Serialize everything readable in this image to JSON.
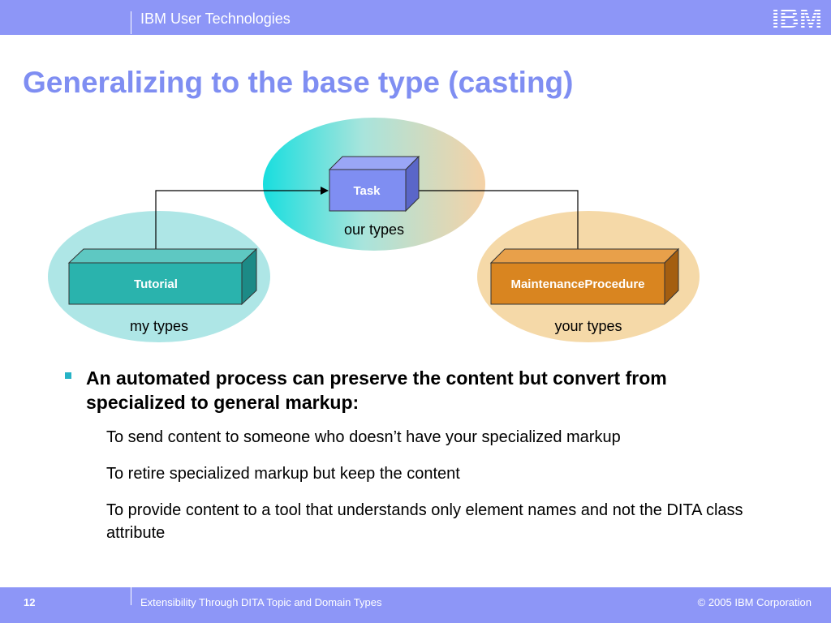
{
  "header": {
    "org_name": "IBM User Technologies",
    "logo_text": "IBM"
  },
  "slide": {
    "title": "Generalizing to the base type (casting)"
  },
  "diagram": {
    "groups": [
      {
        "label": "our types",
        "color": "#e8c8a0"
      },
      {
        "label": "my types",
        "color": "#aee6e6"
      },
      {
        "label": "your types",
        "color": "#f5d9a8"
      }
    ],
    "boxes": [
      {
        "label": "Task",
        "color": "#7f8ef2"
      },
      {
        "label": "Tutorial",
        "color": "#2ab3ad"
      },
      {
        "label": "MaintenanceProcedure",
        "color": "#d98520"
      }
    ]
  },
  "content": {
    "bullet": "An automated process can preserve the content but convert from specialized to general markup:",
    "subpoints": [
      "To send content to someone who doesn’t have your specialized markup",
      "To retire specialized markup but keep the content",
      "To provide content to a tool that understands only element names and not the DITA class attribute"
    ]
  },
  "footer": {
    "page_number": "12",
    "presentation_title": "Extensibility Through DITA Topic and Domain Types",
    "copyright": "© 2005 IBM Corporation"
  },
  "colors": {
    "header_bar": "#8d96f7",
    "title": "#7f8ef2",
    "bullet_marker": "#26b3c6"
  }
}
